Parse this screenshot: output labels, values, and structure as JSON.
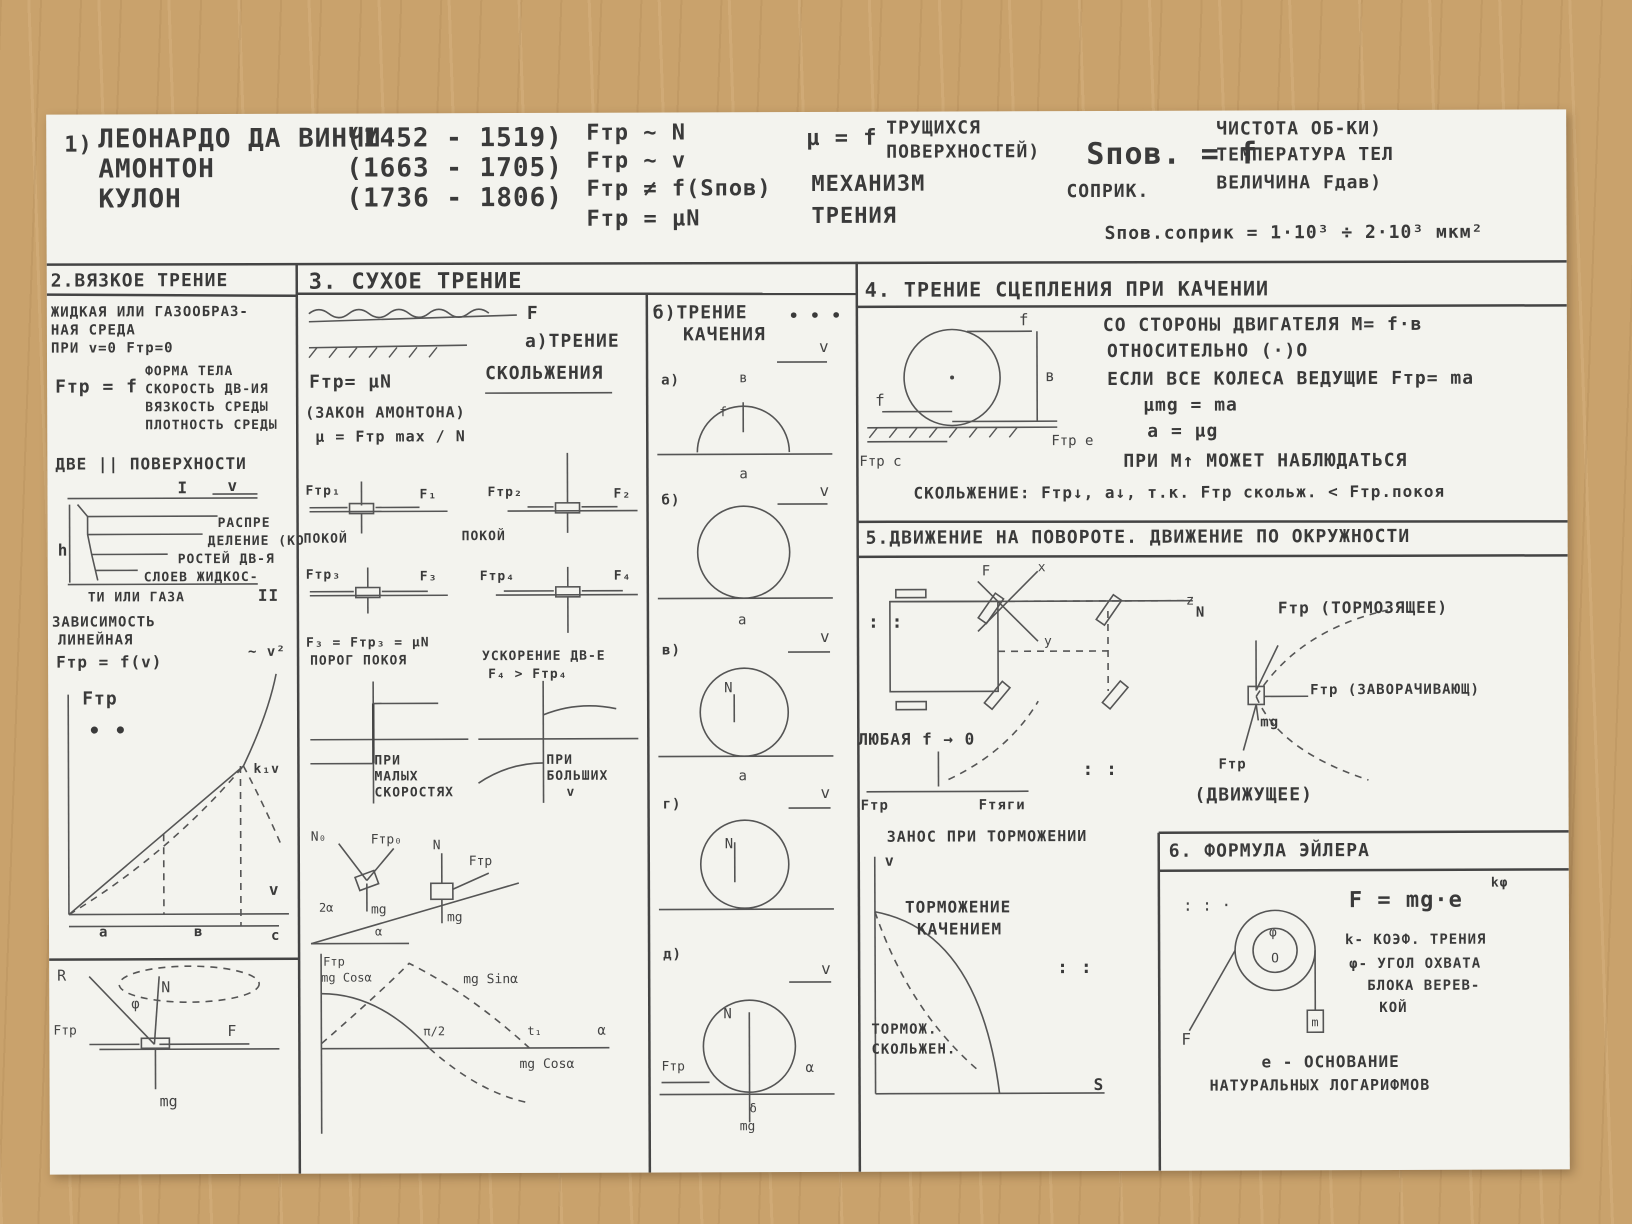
{
  "header": {
    "num": "1)",
    "names": [
      "ЛЕОНАРДО ДА ВИНЧИ",
      "АМОНТОН",
      "КУЛОН"
    ],
    "years": [
      "(1452 - 1519)",
      "(1663 - 1705)",
      "(1736 - 1806)"
    ],
    "formulas": [
      "Fтр ~ N",
      "Fтр ~ v",
      "Fтр ≠ f(Sпов)",
      "Fтр = μN"
    ],
    "mu_eq": "μ = f",
    "mu_args": [
      "ТРУЩИХСЯ",
      "ПОВЕРХНОСТЕЙ)"
    ],
    "mechanism": [
      "МЕХАНИЗМ",
      "ТРЕНИЯ"
    ],
    "s_eq": "Sпов. = f",
    "s_sub": "СОПРИК.",
    "s_args": [
      "ЧИСТОТА ОБ-КИ)",
      "ТЕМПЕРАТУРА ТЕЛ",
      "ВЕЛИЧИНА Fдав)"
    ],
    "s_range": "Sпов.соприк = 1·10³ ÷ 2·10³ мкм²"
  },
  "viscous": {
    "title": "2.ВЯЗКОЕ ТРЕНИЕ",
    "medium": [
      "ЖИДКАЯ ИЛИ ГАЗООБРАЗ-",
      "НАЯ СРЕДА",
      "ПРИ v=0 Fтр=0"
    ],
    "ftr": "Fтр = f",
    "factors": [
      "ФОРМА ТЕЛА",
      "СКОРОСТЬ ДВ-ИЯ",
      "ВЯЗКОСТЬ СРЕДЫ",
      "ПЛОТНОСТЬ СРЕДЫ"
    ],
    "two_surfaces": "ДВЕ || ПОВЕРХНОСТИ",
    "roman": "I",
    "v": "v",
    "h": "h",
    "distribution": [
      "РАСПРЕ",
      "ДЕЛЕНИЕ (КО",
      "РОСТЕЙ ДВ-Я",
      "СЛОЕВ ЖИДКОС-",
      "ТИ ИЛИ ГАЗА"
    ],
    "roman2": "II",
    "dependence": [
      "ЗАВИСИМОСТЬ",
      "ЛИНЕЙНАЯ",
      "Fтр = f(v)"
    ],
    "axis_y": "Fтр",
    "axis_x": "v",
    "dots": "• •",
    "segments": [
      "a",
      "в",
      "c"
    ],
    "curve_labels": [
      "~ v²",
      "k₁v"
    ]
  },
  "force_cone": {
    "labels": [
      "R",
      "N",
      "φ",
      "Fтр",
      "F",
      "mg"
    ]
  },
  "dry": {
    "title": "3. СУХОЕ ТРЕНИЕ",
    "F": "F",
    "sliding": [
      "а)ТРЕНИЕ",
      "СКОЛЬЖЕНИЯ"
    ],
    "law": "Fтр= μN",
    "law_name": "(ЗАКОН АМОНТОНА)",
    "mu": "μ = Fтр max / N",
    "blocks": [
      {
        "f": "Fтр₁",
        "F": "F₁",
        "state": "ПОКОЙ"
      },
      {
        "f": "Fтр₂",
        "F": "F₂",
        "state": "ПОКОЙ"
      },
      {
        "f": "Fтр₃",
        "F": "F₃",
        "state": ""
      },
      {
        "f": "Fтр₄",
        "F": "F₄",
        "state": ""
      }
    ],
    "threshold": [
      "F₃ = Fтр₃ = μN",
      "ПОРОГ ПОКОЯ"
    ],
    "accel": [
      "УСКОРЕНИЕ ДВ-Е",
      "F₄ > Fтр₄"
    ],
    "low_speed": [
      "ПРИ",
      "МАЛЫХ",
      "СКОРОСТЯХ"
    ],
    "high_speed": [
      "ПРИ",
      "БОЛЬШИХ",
      "v"
    ],
    "incline": [
      "N₀",
      "Fтр₀",
      "N",
      "Fтр",
      "mg",
      "mg",
      "2α",
      "α"
    ],
    "graph": [
      "Fтр",
      "mg Cosα",
      "mg Sinα",
      "π/2",
      "t₁",
      "α",
      "mg Cosα"
    ]
  },
  "rolling": {
    "title": [
      "б)ТРЕНИЕ",
      "КАЧЕНИЯ"
    ],
    "dots": "• • •",
    "cases": [
      "а)",
      "б)",
      "в)",
      "г)",
      "д)"
    ],
    "labels": [
      "v",
      "в",
      "a",
      "f",
      "N",
      "Fтр",
      "mg",
      "δ",
      "α"
    ]
  },
  "grip": {
    "title": "4. ТРЕНИЕ СЦЕПЛЕНИЯ ПРИ КАЧЕНИИ",
    "lines": [
      "СО СТОРОНЫ ДВИГАТЕЛЯ M= f·в",
      "ОТНОСИТЕЛЬНО (·)O",
      "ЕСЛИ ВСЕ КОЛЕСА ВЕДУЩИЕ Fтр= ma",
      "μmg = ma",
      "a = μg",
      "ПРИ M↑ МОЖЕТ НАБЛЮДАТЬСЯ",
      "СКОЛЬЖЕНИЕ: Fтр↓, a↓, т.к. Fтр скольж. < Fтр.покоя"
    ],
    "fig": [
      "f",
      "в",
      "f",
      "Fтр c",
      "Fтр e"
    ]
  },
  "turn": {
    "title": "5.ДВИЖЕНИЕ НА ПОВОРОТЕ. ДВИЖЕНИЕ ПО ОКРУЖНОСТИ",
    "car": [
      "F",
      "x",
      "y",
      "z"
    ],
    "forces": [
      "N",
      "Fтр (ТОРМОЗЯЩЕЕ)",
      "Fтр (ЗАВОРАЧИВАЮЩ)",
      "mg",
      "Fтр",
      "(ДВИЖУЩЕЕ)"
    ],
    "any": "ЛЮБАЯ f → 0",
    "ftr": "Fтр",
    "ftyagi": "Fтяги",
    "dots": ": :",
    "skid": "ЗАНОС ПРИ ТОРМОЖЕНИИ",
    "v": "v",
    "roll_brake": [
      "ТОРМОЖЕНИЕ",
      "КАЧЕНИЕМ"
    ],
    "slide_brake": [
      "ТОРМОЖ.",
      "СКОЛЬЖЕН."
    ],
    "s": "S"
  },
  "euler": {
    "title": "6. ФОРМУЛА ЭЙЛЕРА",
    "formula": "F = mg·e",
    "exp": "kφ",
    "k": "k- КОЭФ. ТРЕНИЯ",
    "phi": [
      "φ- УГОЛ ОХВАТА",
      "БЛОКА ВЕРЕВ-",
      "КОЙ"
    ],
    "e": [
      "e - ОСНОВАНИЕ",
      "НАТУРАЛЬНЫХ ЛОГАРИФМОВ"
    ],
    "F": "F",
    "labels": [
      "φ",
      "O",
      "m"
    ]
  }
}
